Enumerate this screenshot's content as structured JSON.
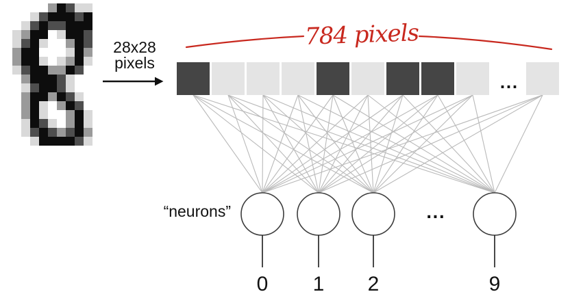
{
  "title": "mnist-digit-to-neurons-diagram",
  "colors": {
    "dark_cell": "#454545",
    "light_cell": "#e4e4e4",
    "wire": "#b9b9b9",
    "circle_stroke": "#3c3c3c",
    "stem": "#1a1a1a",
    "text": "#111111",
    "red": "#c8281e"
  },
  "digit_image": {
    "semantic": "handwritten digit 8 pixel image",
    "palette": {
      "0": "#ffffff",
      "1": "#d9d9d9",
      "2": "#9a9a9a",
      "3": "#4e4e4e",
      "4": "#0d0d0d"
    },
    "rows": [
      "00000243110",
      "00013444340",
      "00134334440",
      "01244014430",
      "01341002430",
      "02440001420",
      "02441012410",
      "01344224300",
      "00244431000",
      "00134431000",
      "00244243100",
      "00241024300",
      "00241002410",
      "00143102410",
      "00134323420",
      "00014444310"
    ]
  },
  "input_label": {
    "line1": "28x28",
    "line2": "pixels"
  },
  "annotation": {
    "text": "784 pixels"
  },
  "pixel_row": {
    "cells": [
      "dark",
      "light",
      "light",
      "light",
      "dark",
      "light",
      "dark",
      "dark",
      "light",
      "light"
    ],
    "ellipsis": "..."
  },
  "network": {
    "neurons_label": "“neurons”",
    "ellipsis": "...",
    "outputs": [
      "0",
      "1",
      "2",
      "9"
    ]
  }
}
